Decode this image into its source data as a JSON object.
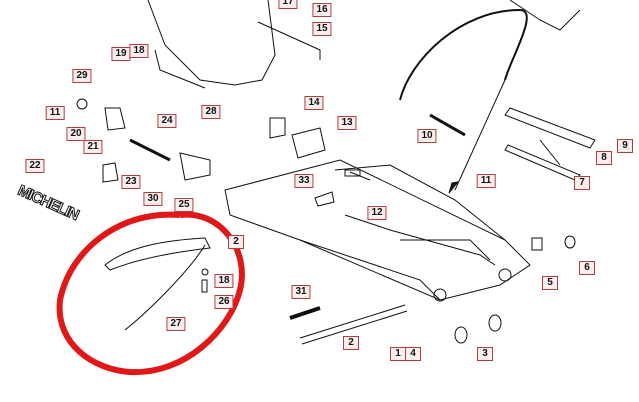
{
  "diagram": {
    "brand_decal": "MICHELIN",
    "highlight_color": "#e01818",
    "label_border_color": "#b04040",
    "part_labels": [
      {
        "id": "17",
        "text": "17"
      },
      {
        "id": "16",
        "text": "16"
      },
      {
        "id": "15",
        "text": "15"
      },
      {
        "id": "19",
        "text": "19"
      },
      {
        "id": "18a",
        "text": "18"
      },
      {
        "id": "29",
        "text": "29"
      },
      {
        "id": "28",
        "text": "28"
      },
      {
        "id": "11a",
        "text": "11"
      },
      {
        "id": "20",
        "text": "20"
      },
      {
        "id": "21",
        "text": "21"
      },
      {
        "id": "24",
        "text": "24"
      },
      {
        "id": "22",
        "text": "22"
      },
      {
        "id": "23",
        "text": "23"
      },
      {
        "id": "30",
        "text": "30"
      },
      {
        "id": "25",
        "text": "25"
      },
      {
        "id": "14",
        "text": "14"
      },
      {
        "id": "13",
        "text": "13"
      },
      {
        "id": "33",
        "text": "33"
      },
      {
        "id": "10",
        "text": "10"
      },
      {
        "id": "11b",
        "text": "11"
      },
      {
        "id": "12a",
        "text": "12"
      },
      {
        "id": "9",
        "text": "9"
      },
      {
        "id": "8",
        "text": "8"
      },
      {
        "id": "7",
        "text": "7"
      },
      {
        "id": "6",
        "text": "6"
      },
      {
        "id": "5",
        "text": "5"
      },
      {
        "id": "12b",
        "text": "2"
      },
      {
        "id": "18b",
        "text": "18"
      },
      {
        "id": "26",
        "text": "26"
      },
      {
        "id": "27",
        "text": "27"
      },
      {
        "id": "31",
        "text": "31"
      },
      {
        "id": "2",
        "text": "2"
      },
      {
        "id": "1",
        "text": "1"
      },
      {
        "id": "4",
        "text": "4"
      },
      {
        "id": "3",
        "text": "3"
      }
    ]
  }
}
